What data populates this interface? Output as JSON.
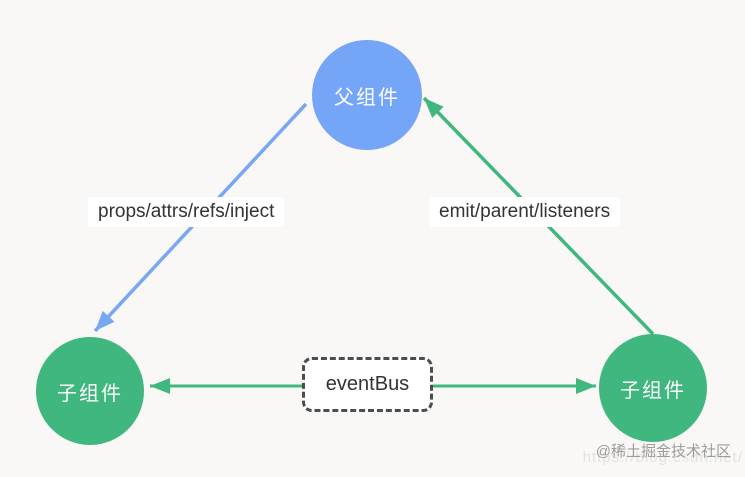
{
  "diagram": {
    "parent": {
      "label": "父组件"
    },
    "child_left": {
      "label": "子组件"
    },
    "child_right": {
      "label": "子组件"
    },
    "edge_props": {
      "label": "props/attrs/refs/inject"
    },
    "edge_emit": {
      "label": "emit/parent/listeners"
    },
    "event_bus": {
      "label": "eventBus"
    }
  },
  "watermark": {
    "community": "@稀土掘金技术社区",
    "url": "https://blog.csdn.net/"
  },
  "colors": {
    "background": "#f9f8f6",
    "parent_node_blue": "#74a5f6",
    "child_node_green": "#3fb77e",
    "arrow_blue": "#7aa7f3",
    "arrow_green": "#3fb77e",
    "edge_label_text": "#333333",
    "eventbus_border": "#4d4d4d",
    "watermark_gray": "#9c9c9c"
  }
}
